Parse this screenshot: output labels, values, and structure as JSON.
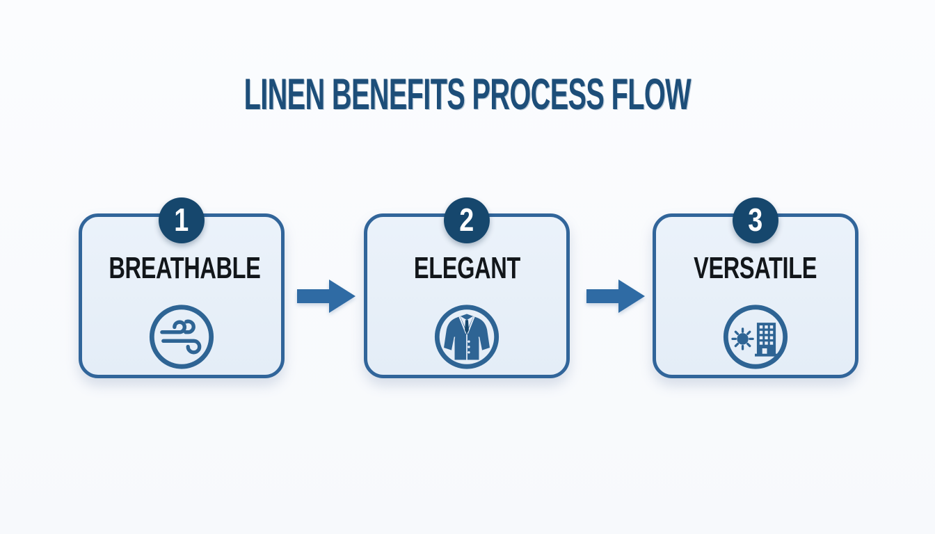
{
  "title": "LINEN BENEFITS PROCESS FLOW",
  "steps": [
    {
      "number": "1",
      "label": "BREATHABLE",
      "icon": "wind-icon"
    },
    {
      "number": "2",
      "label": "ELEGANT",
      "icon": "suit-jacket-icon"
    },
    {
      "number": "3",
      "label": "VERSATILE",
      "icon": "sun-building-icon"
    }
  ],
  "arrows": [
    {
      "icon": "right-arrow-icon"
    },
    {
      "icon": "right-arrow-icon"
    }
  ],
  "colors": {
    "background": "#f9fafc",
    "box_fill": "#e7eef8",
    "box_border": "#31659a",
    "badge_fill": "#16476d",
    "badge_text": "#ffffff",
    "title_text": "#1d4e79",
    "label_text": "#12161a",
    "arrow": "#2f6ba4",
    "icon": "#2e6494"
  }
}
